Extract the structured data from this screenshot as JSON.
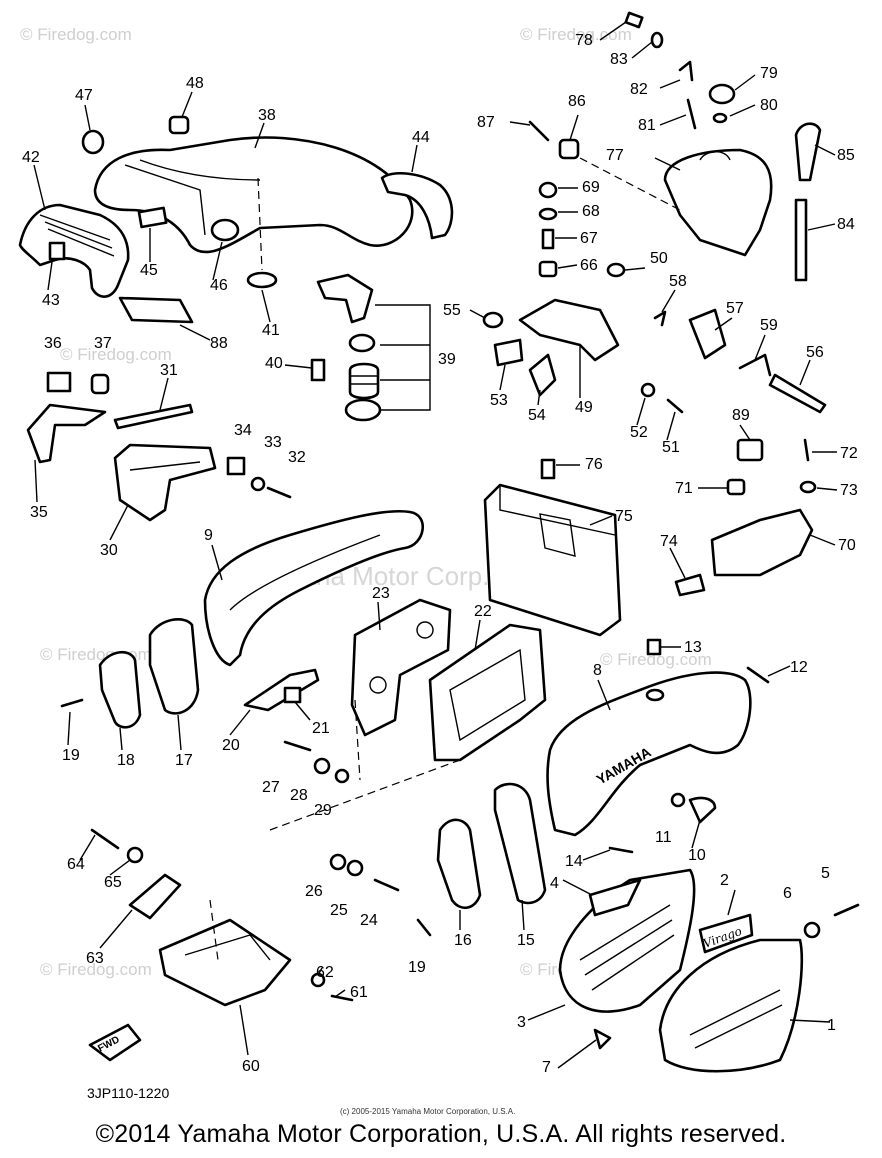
{
  "diagram": {
    "diagram_code": "3JP110-1220",
    "small_copyright": "(c) 2005-2015 Yamaha Motor Corporation, U.S.A.",
    "copyright": "©2014 Yamaha Motor Corporation, U.S.A. All rights reserved.",
    "watermark_site": "© Firedog.com",
    "watermark_center": "Yamaha Motor Corp., U.S.A.",
    "cover_text_yamaha": "YAMAHA",
    "emblem_text": "Virago",
    "arrow_text": "FWD",
    "part_numbers": [
      "1",
      "2",
      "3",
      "4",
      "5",
      "6",
      "7",
      "8",
      "9",
      "10",
      "11",
      "12",
      "13",
      "14",
      "15",
      "16",
      "17",
      "18",
      "19",
      "19",
      "20",
      "21",
      "22",
      "23",
      "24",
      "25",
      "26",
      "27",
      "28",
      "29",
      "30",
      "31",
      "32",
      "33",
      "34",
      "35",
      "36",
      "37",
      "38",
      "39",
      "40",
      "41",
      "42",
      "43",
      "44",
      "45",
      "46",
      "47",
      "48",
      "49",
      "50",
      "51",
      "52",
      "53",
      "54",
      "55",
      "56",
      "57",
      "58",
      "59",
      "60",
      "61",
      "62",
      "63",
      "64",
      "65",
      "66",
      "67",
      "68",
      "69",
      "70",
      "71",
      "72",
      "73",
      "74",
      "75",
      "76",
      "77",
      "78",
      "79",
      "80",
      "81",
      "82",
      "83",
      "84",
      "85",
      "86",
      "87",
      "88",
      "89"
    ]
  }
}
